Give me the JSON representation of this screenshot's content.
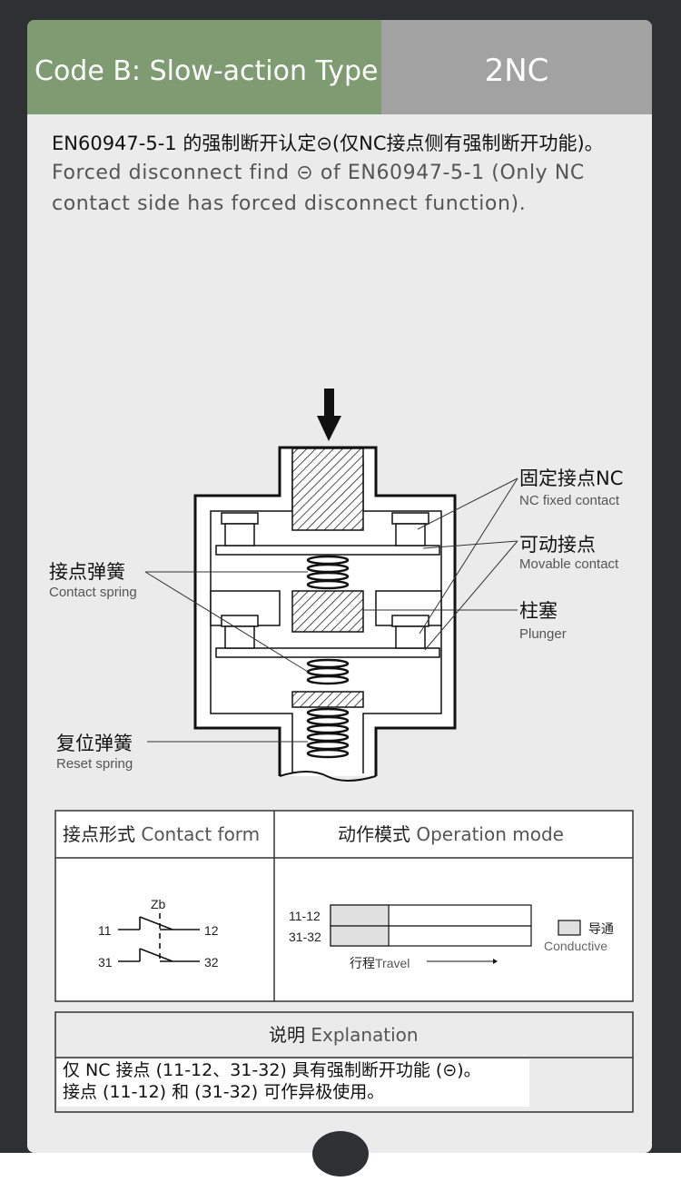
{
  "header": {
    "left_title": "Code B: Slow-action Type",
    "right_title": "2NC"
  },
  "intro": {
    "zh": "EN60947-5-1 的强制断开认定⊝(仅NC接点侧有强制断开功能)。",
    "en": "Forced disconnect find ⊝ of EN60947-5-1 (Only NC contact side has forced disconnect function)."
  },
  "diagram": {
    "labels": {
      "nc_fixed_contact_zh": "固定接点NC",
      "nc_fixed_contact_en": "NC fixed contact",
      "movable_contact_zh": "可动接点",
      "movable_contact_en": "Movable contact",
      "plunger_zh": "柱塞",
      "plunger_en": "Plunger",
      "contact_spring_zh": "接点弹簧",
      "contact_spring_en": "Contact spring",
      "reset_spring_zh": "复位弹簧",
      "reset_spring_en": "Reset spring"
    }
  },
  "table": {
    "contact_form_zh": "接点形式",
    "contact_form_en": "Contact form",
    "operation_mode_zh": "动作模式",
    "operation_mode_en": "Operation mode",
    "schematic": {
      "zb": "Zb",
      "t11": "11",
      "t12": "12",
      "t31": "31",
      "t32": "32"
    },
    "rows": [
      "11-12",
      "31-32"
    ],
    "travel_zh": "行程",
    "travel_en": "Travel",
    "legend_zh": "导通",
    "legend_en": "Conductive",
    "conductive_fraction": 0.29
  },
  "explanation": {
    "title_zh": "说明",
    "title_en": "Explanation",
    "line1": "仅 NC 接点 (11-12、31-32) 具有强制断开功能 (⊝)。",
    "line2": "接点 (11-12) 和 (31-32) 可作异极使用。"
  }
}
